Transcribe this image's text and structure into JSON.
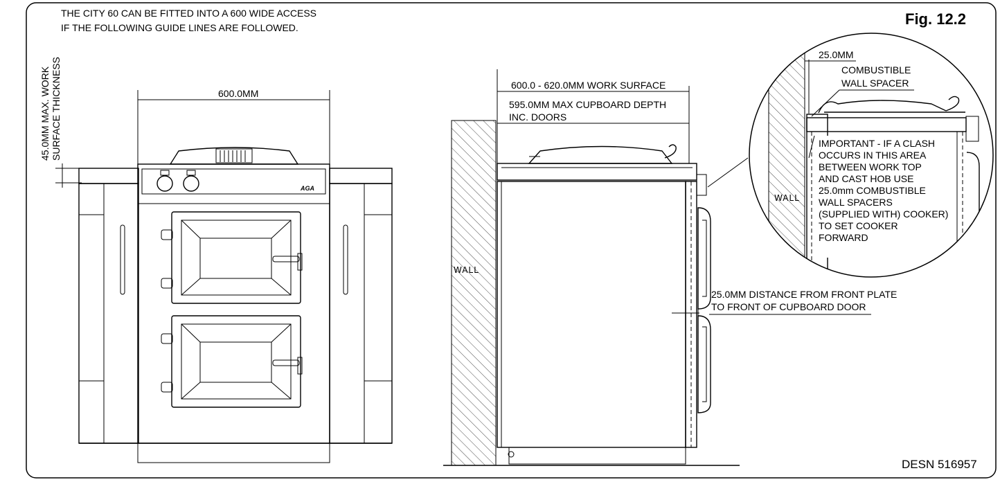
{
  "header": {
    "note_line1": "THE CITY 60 CAN BE FITTED INTO A 600 WIDE ACCESS",
    "note_line2": "IF THE FOLLOWING GUIDE LINES ARE FOLLOWED.",
    "figure_label": "Fig. 12.2"
  },
  "front_view": {
    "width_dim": "600.0MM",
    "thickness_line1": "45.0MM MAX. WORK",
    "thickness_line2": "SURFACE THICKNESS",
    "brand_badge": "AGA"
  },
  "side_view": {
    "work_surface_dim": "600.0 - 620.0MM WORK SURFACE",
    "cupboard_line1": "595.0MM MAX CUPBOARD DEPTH",
    "cupboard_line2": "INC. DOORS",
    "wall_label": "WALL",
    "distance_line1": "25.0MM DISTANCE FROM FRONT PLATE",
    "distance_line2": "TO FRONT OF CUPBOARD DOOR"
  },
  "detail_view": {
    "spacer_dim": "25.0MM",
    "spacer_line1": "COMBUSTIBLE",
    "spacer_line2": "WALL SPACER",
    "wall_label": "WALL",
    "important_lines": [
      "IMPORTANT - IF A CLASH",
      "OCCURS IN THIS AREA",
      "BETWEEN WORK TOP",
      "AND CAST HOB USE",
      "25.0mm COMBUSTIBLE",
      "WALL SPACERS",
      "(SUPPLIED WITH) COOKER)",
      "TO SET COOKER",
      "FORWARD"
    ]
  },
  "footer": {
    "drawing_ref": "DESN 516957"
  }
}
